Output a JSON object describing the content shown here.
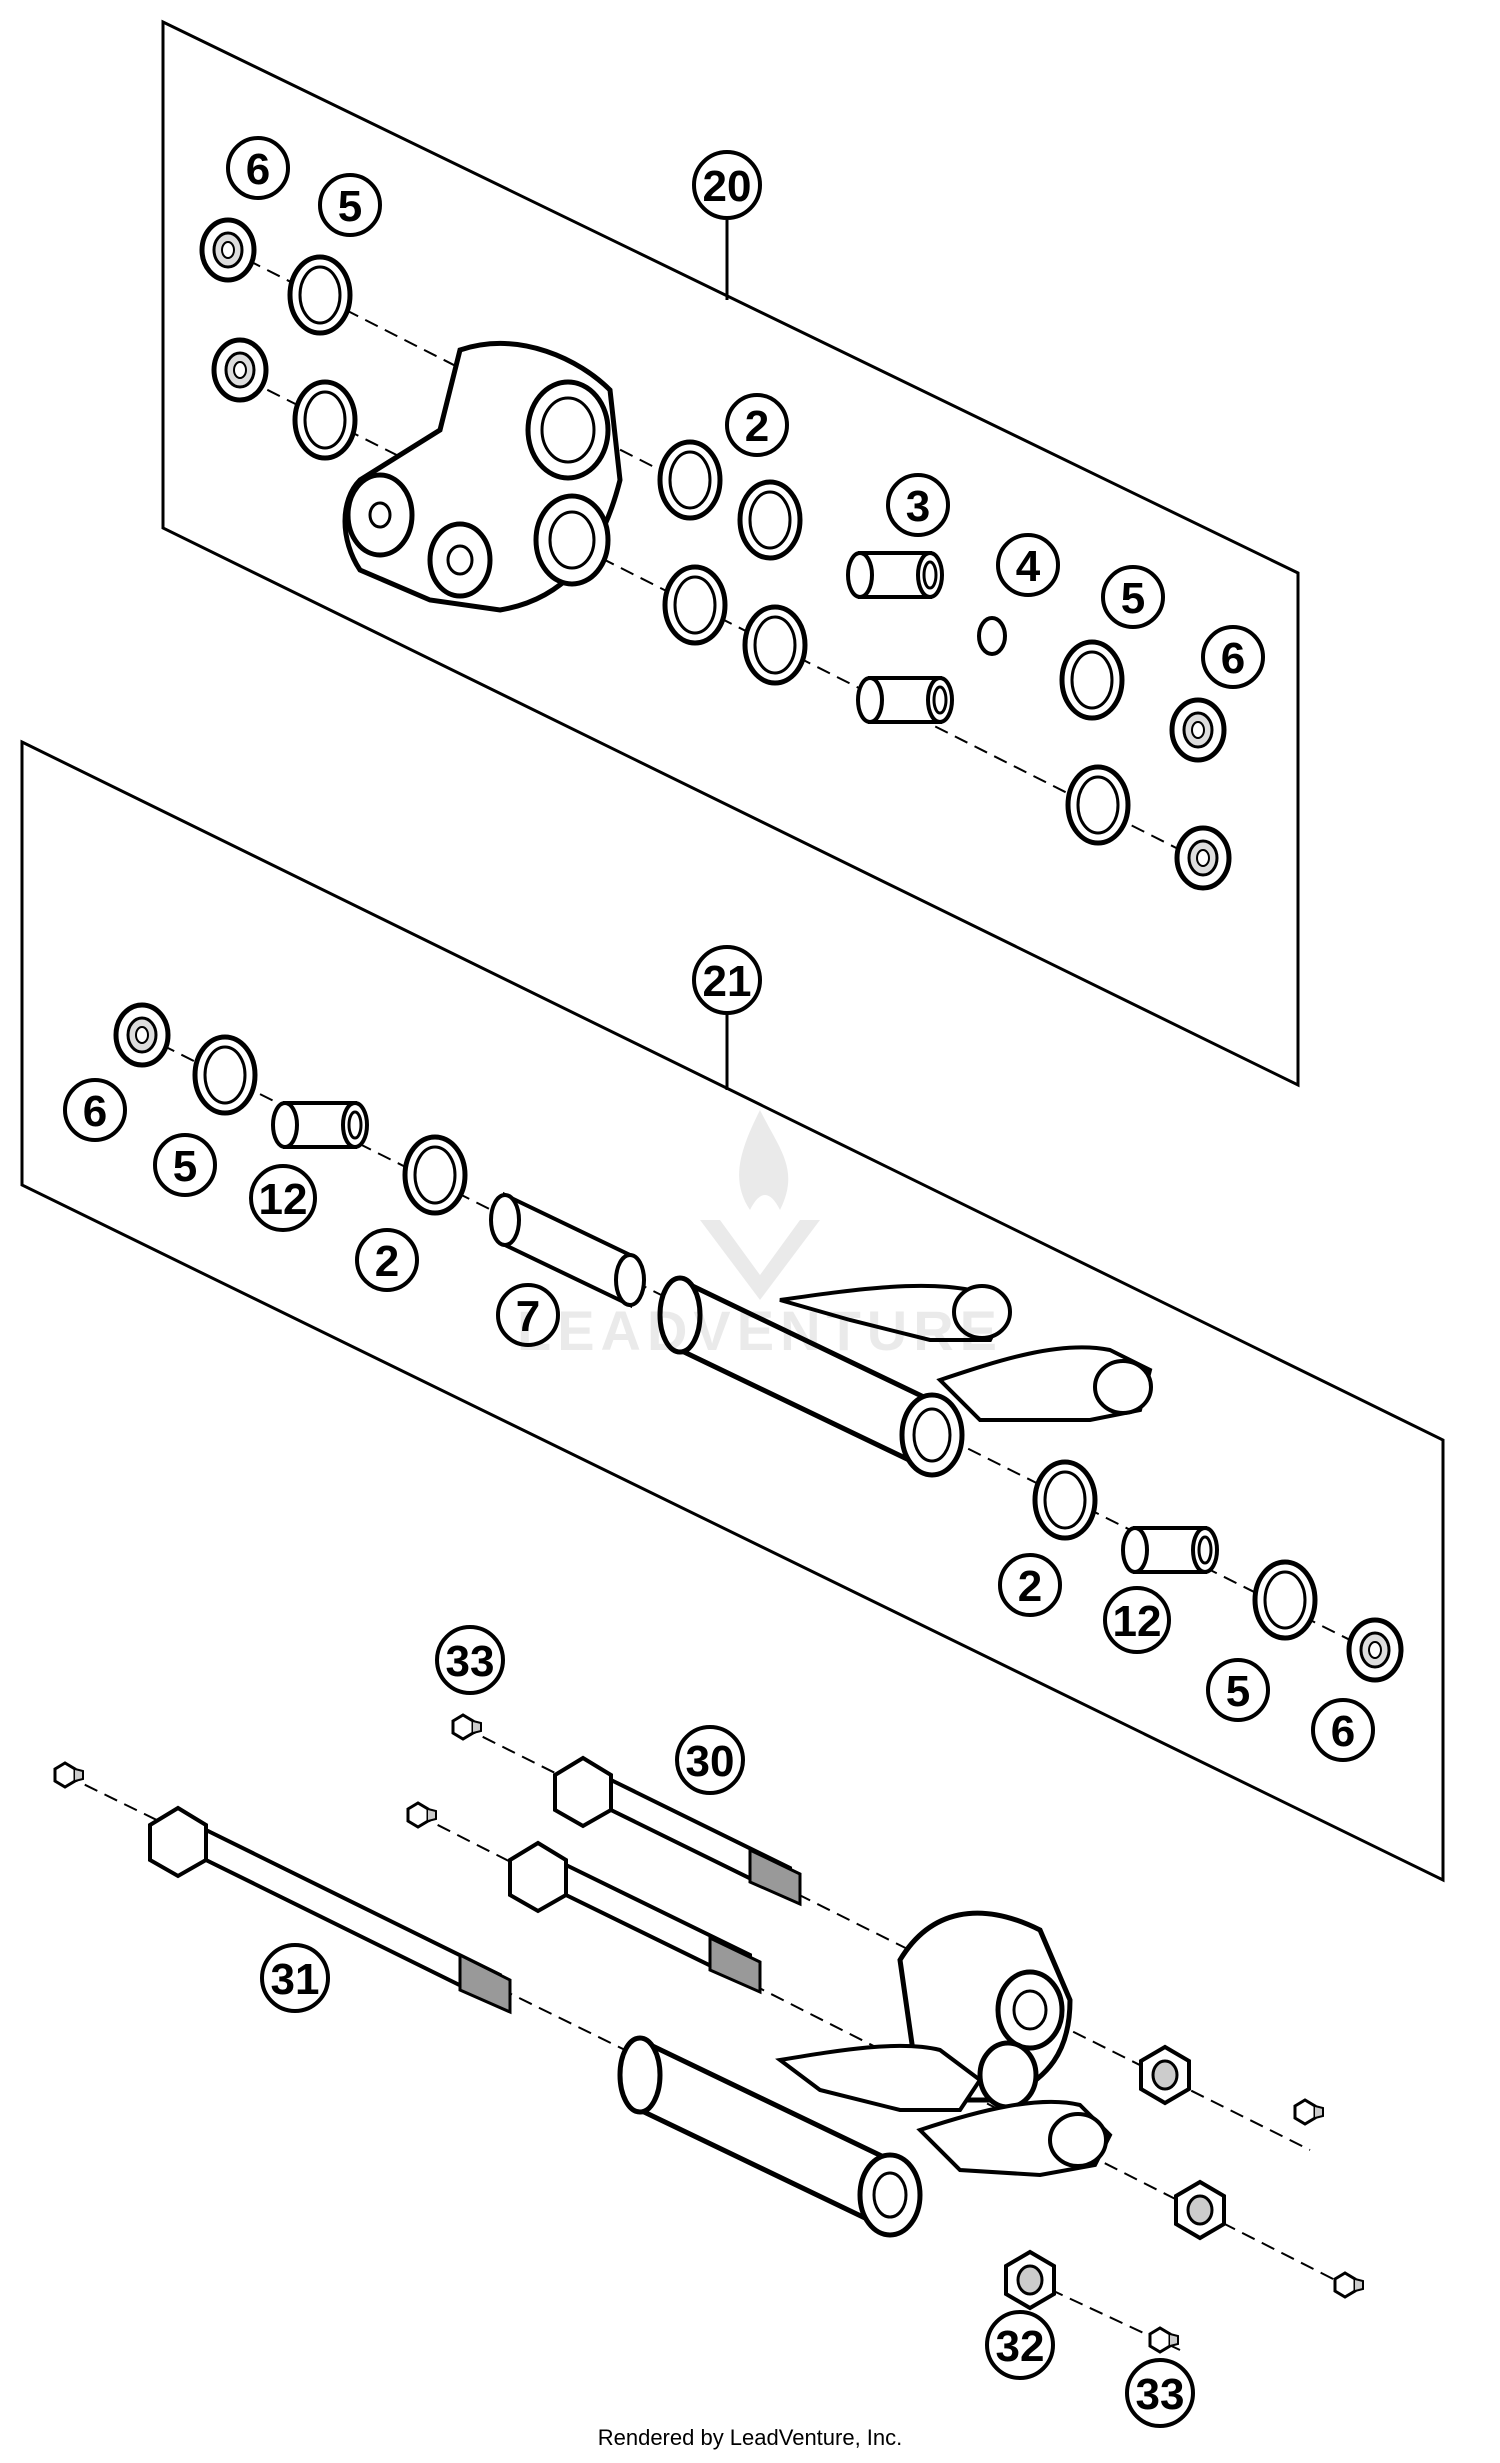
{
  "diagram": {
    "callouts": [
      {
        "id": "c6a",
        "label": "6"
      },
      {
        "id": "c5a",
        "label": "5"
      },
      {
        "id": "c20",
        "label": "20"
      },
      {
        "id": "c2a",
        "label": "2"
      },
      {
        "id": "c3",
        "label": "3"
      },
      {
        "id": "c4",
        "label": "4"
      },
      {
        "id": "c5b",
        "label": "5"
      },
      {
        "id": "c6b",
        "label": "6"
      },
      {
        "id": "c21",
        "label": "21"
      },
      {
        "id": "c6c",
        "label": "6"
      },
      {
        "id": "c5c",
        "label": "5"
      },
      {
        "id": "c12a",
        "label": "12"
      },
      {
        "id": "c2b",
        "label": "2"
      },
      {
        "id": "c7",
        "label": "7"
      },
      {
        "id": "c2c",
        "label": "2"
      },
      {
        "id": "c12b",
        "label": "12"
      },
      {
        "id": "c5d",
        "label": "5"
      },
      {
        "id": "c6d",
        "label": "6"
      },
      {
        "id": "c33a",
        "label": "33"
      },
      {
        "id": "c30",
        "label": "30"
      },
      {
        "id": "c31",
        "label": "31"
      },
      {
        "id": "c32",
        "label": "32"
      },
      {
        "id": "c33b",
        "label": "33"
      }
    ]
  },
  "watermark": {
    "text": "LEADVENTURE"
  },
  "footer": {
    "credit": "Rendered by LeadVenture, Inc."
  }
}
